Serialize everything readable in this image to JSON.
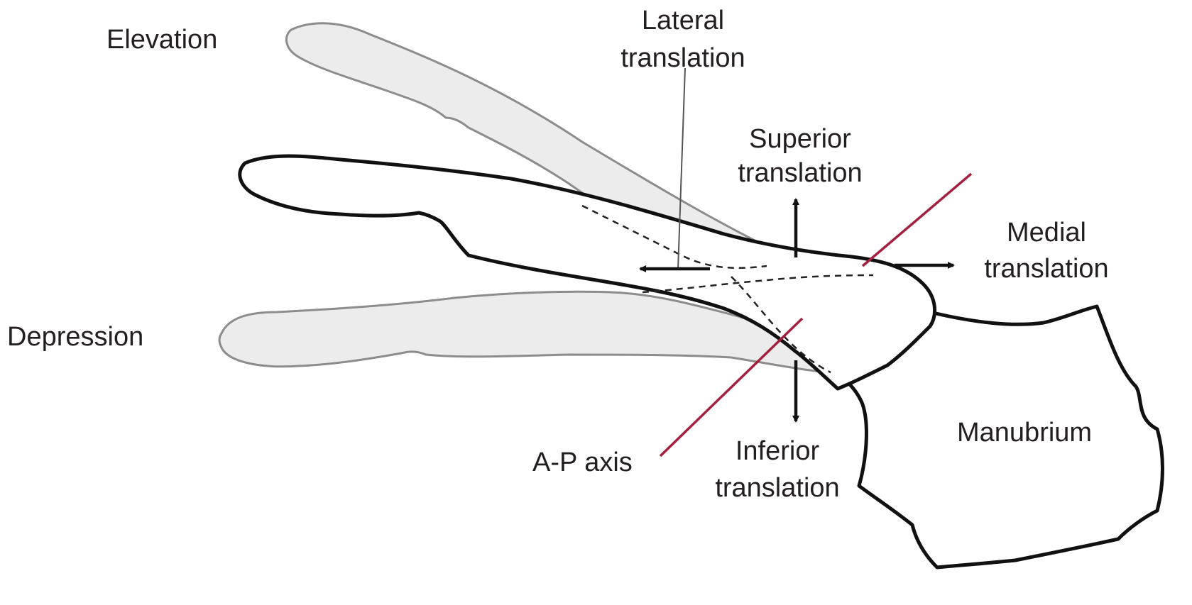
{
  "labels": {
    "elevation": "Elevation",
    "depression": "Depression",
    "lateral_line1": "Lateral",
    "lateral_line2": "translation",
    "superior_line1": "Superior",
    "superior_line2": "translation",
    "medial_line1": "Medial",
    "medial_line2": "translation",
    "inferior_line1": "Inferior",
    "inferior_line2": "translation",
    "ap_axis": "A-P axis",
    "manubrium": "Manubrium"
  },
  "colors": {
    "axis_line": "#a3203f",
    "bone_outline": "#111111",
    "ghost_fill": "#ececec",
    "ghost_outline": "#8c8c8c",
    "text": "#231f20"
  }
}
